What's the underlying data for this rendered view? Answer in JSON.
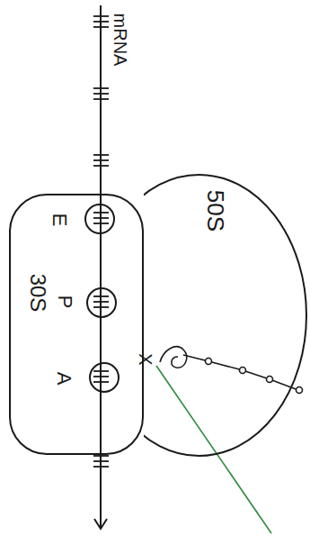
{
  "diagram": {
    "nodes": [
      {
        "text": [
          "50S"
        ]
      },
      {
        "text": [
          "30S"
        ]
      },
      {
        "text": [
          "E"
        ],
        "in": 1
      },
      {
        "text": [
          "P"
        ],
        "in": 1
      },
      {
        "text": [
          "A"
        ],
        "in": 1
      }
    ],
    "labels": [
      "mRNA",
      "X"
    ]
  }
}
